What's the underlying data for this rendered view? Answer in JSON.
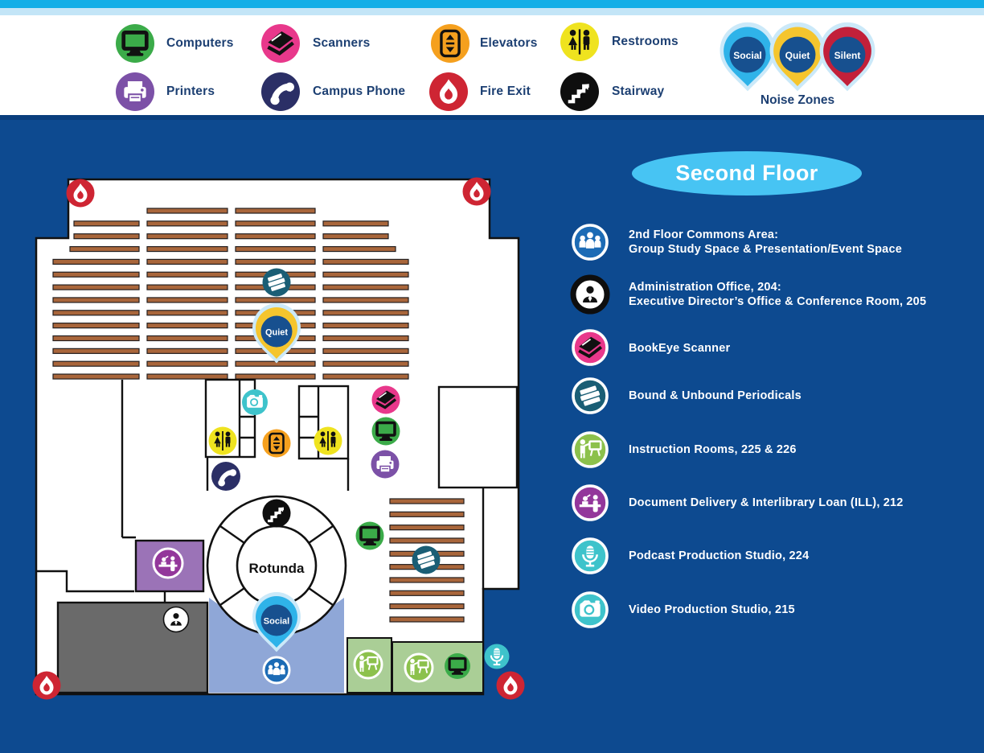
{
  "header": {
    "items": [
      {
        "label": "Computers",
        "icon": "computer-icon",
        "color": "#3BAB49"
      },
      {
        "label": "Scanners",
        "icon": "scanner-icon",
        "color": "#E8388B"
      },
      {
        "label": "Elevators",
        "icon": "elevator-icon",
        "color": "#F5A01E"
      },
      {
        "label": "Restrooms",
        "icon": "restroom-icon",
        "color": "#EFE31F"
      },
      {
        "label": "Printers",
        "icon": "printer-icon",
        "color": "#7C51A7"
      },
      {
        "label": "Campus Phone",
        "icon": "phone-icon",
        "color": "#2B2F66"
      },
      {
        "label": "Fire Exit",
        "icon": "fire-icon",
        "color": "#CE2533"
      },
      {
        "label": "Stairway",
        "icon": "stairway-icon",
        "color": "#0E0E0E"
      }
    ],
    "noise_zones": {
      "title": "Noise Zones",
      "pins": [
        {
          "label": "Social",
          "color": "#2FB3E9"
        },
        {
          "label": "Quiet",
          "color": "#F5C52E"
        },
        {
          "label": "Silent",
          "color": "#C2203A"
        }
      ]
    }
  },
  "floor_badge": {
    "title": "Second Floor"
  },
  "key": {
    "items": [
      {
        "line1": "2nd Floor Commons Area:",
        "line2": "Group Study Space & Presentation/Event Space",
        "icon": "commons-people-icon",
        "color": "#1C6BB5"
      },
      {
        "line1": "Administration Office, 204:",
        "line2": "Executive Director’s Office & Conference Room, 205",
        "icon": "admin-person-icon",
        "color": "#0E0E0E"
      },
      {
        "line1": "BookEye Scanner",
        "line2": "",
        "icon": "scanner-icon",
        "color": "#E8388B"
      },
      {
        "line1": "Bound & Unbound Periodicals",
        "line2": "",
        "icon": "books-icon",
        "color": "#1A5E75"
      },
      {
        "line1": "Instruction Rooms, 225 & 226",
        "line2": "",
        "icon": "instructor-icon",
        "color": "#8CC14C"
      },
      {
        "line1": "Document Delivery & Interlibrary Loan (ILL), 212",
        "line2": "",
        "icon": "ill-desk-icon",
        "color": "#93379B"
      },
      {
        "line1": "Podcast Production Studio, 224",
        "line2": "",
        "icon": "microphone-icon",
        "color": "#3EC3CB"
      },
      {
        "line1": "Video Production Studio, 215",
        "line2": "",
        "icon": "camera-icon",
        "color": "#3EC3CB"
      }
    ]
  },
  "map": {
    "rotunda_label": "Rotunda",
    "pins": {
      "quiet": "Quiet",
      "social": "Social"
    }
  },
  "colors": {
    "background": "#0D4A90",
    "top_bar": "#12AEE7",
    "sub_bar": "#C3E5F7",
    "label_navy": "#1C3F72",
    "badge_blue": "#47C4F3",
    "shelf_brown": "#A9663B",
    "room_purple": "#9B73B7",
    "room_gray": "#6A6A6A",
    "room_commons_blue": "#8FA7D7",
    "room_green": "#AACE96",
    "pin_navy": "#17508F",
    "pin_halo": "#CBE9F9",
    "fire_red": "#CE2533",
    "computer_green": "#3BAB49",
    "scanner_pink": "#E8388B",
    "elevator_orange": "#F5A01E",
    "restroom_yellow": "#EFE31F",
    "printer_purple": "#7C51A7",
    "phone_navy": "#2B2F66",
    "books_teal": "#1A5E75",
    "av_teal": "#3EC3CB",
    "instruction_green": "#8CC14C",
    "ill_purple": "#93379B",
    "commons_blue": "#1C6BB5"
  }
}
